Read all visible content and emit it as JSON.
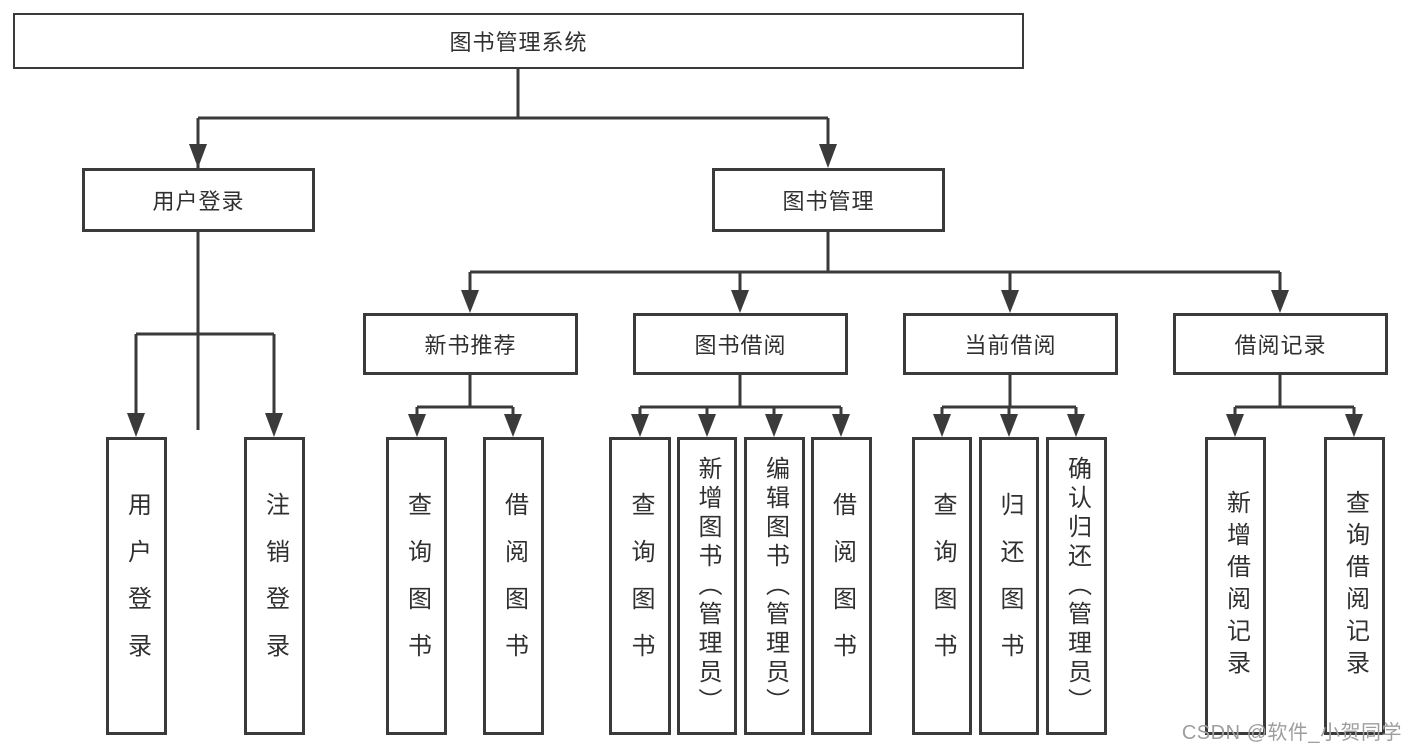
{
  "diagram": {
    "root_label": "图书管理系统",
    "branches": [
      {
        "label": "用户登录",
        "children": [
          {
            "label": "用户登录"
          },
          {
            "label": "注销登录"
          }
        ]
      },
      {
        "label": "图书管理",
        "children": [
          {
            "label": "新书推荐",
            "children": [
              {
                "label": "查询图书"
              },
              {
                "label": "借阅图书"
              }
            ]
          },
          {
            "label": "图书借阅",
            "children": [
              {
                "label": "查询图书"
              },
              {
                "label": "新增图书（管理员）"
              },
              {
                "label": "编辑图书（管理员）"
              },
              {
                "label": "借阅图书"
              }
            ]
          },
          {
            "label": "当前借阅",
            "children": [
              {
                "label": "查询图书"
              },
              {
                "label": "归还图书"
              },
              {
                "label": "确认归还（管理员）"
              }
            ]
          },
          {
            "label": "借阅记录",
            "children": [
              {
                "label": "新增借阅记录"
              },
              {
                "label": "查询借阅记录"
              }
            ]
          }
        ]
      }
    ]
  },
  "watermark": {
    "text": "CSDN @软件_小贺同学"
  },
  "colors": {
    "line": "#3a3a3a",
    "box_border": "#3a3a3a",
    "text": "#303030",
    "watermark": "#9e9e9e",
    "background": "#ffffff"
  }
}
